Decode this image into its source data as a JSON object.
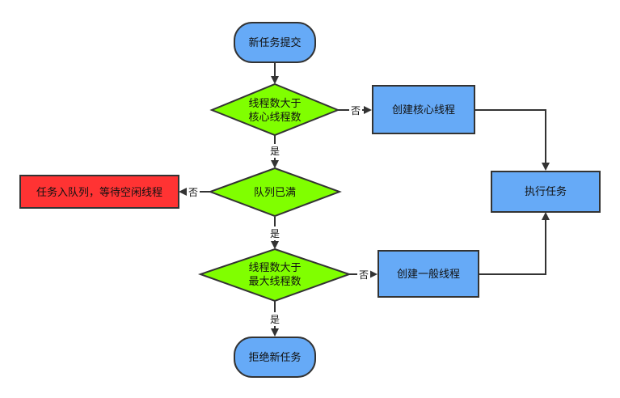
{
  "nodes": {
    "start": "新任务提交",
    "cond_core_line1": "线程数大于",
    "cond_core_line2": "核心线程数",
    "create_core": "创建核心线程",
    "execute": "执行任务",
    "queue_full": "队列已满",
    "enqueue": "任务入队列，等待空闲线程",
    "cond_max_line1": "线程数大于",
    "cond_max_line2": "最大线程数",
    "create_normal": "创建一般线程",
    "reject": "拒绝新任务"
  },
  "edges": {
    "yes": "是",
    "no": "否"
  },
  "colors": {
    "process_fill": "#66aaf7",
    "decision_fill": "#80ff00",
    "alert_fill": "#ff3333",
    "stroke": "#333333"
  }
}
